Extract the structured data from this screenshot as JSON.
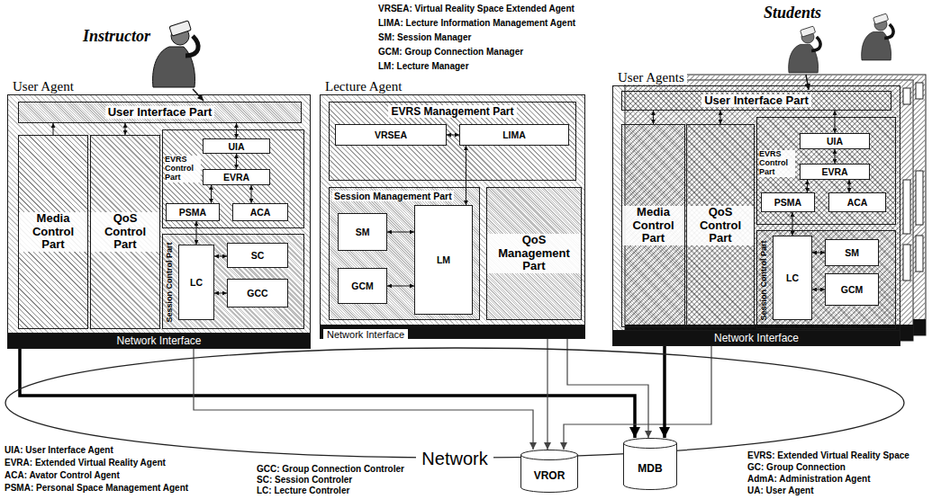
{
  "diagram": {
    "nodes": [
      {
        "text": [
          "User Agent"
        ]
      },
      {
        "text": [
          "User Interface Part"
        ],
        "in": 0
      },
      {
        "text": [
          "Media Control Part"
        ],
        "in": 0
      },
      {
        "text": [
          "QoS Control Part"
        ],
        "in": 0
      },
      {
        "text": [
          "EVRS Control Part"
        ],
        "in": 0
      },
      {
        "text": [
          "UIA"
        ],
        "in": 4
      },
      {
        "text": [
          "EVRA"
        ],
        "in": 4
      },
      {
        "text": [
          "PSMA"
        ],
        "in": 4
      },
      {
        "text": [
          "ACA"
        ],
        "in": 4
      },
      {
        "text": [
          "Session Control Part"
        ],
        "in": 0
      },
      {
        "text": [
          "LC"
        ],
        "in": 9
      },
      {
        "text": [
          "SC"
        ],
        "in": 9
      },
      {
        "text": [
          "GCC"
        ],
        "in": 9
      },
      {
        "text": [
          "Network Interface"
        ],
        "in": 0
      },
      {
        "text": [
          "Lecture Agent"
        ]
      },
      {
        "text": [
          "EVRS Management Part"
        ],
        "in": 14
      },
      {
        "text": [
          "VRSEA"
        ],
        "in": 15
      },
      {
        "text": [
          "LIMA"
        ],
        "in": 15
      },
      {
        "text": [
          "Session Management Part"
        ],
        "in": 14
      },
      {
        "text": [
          "SM"
        ],
        "in": 18
      },
      {
        "text": [
          "GCM"
        ],
        "in": 18
      },
      {
        "text": [
          "LM"
        ],
        "in": 18
      },
      {
        "text": [
          "QoS Management Part"
        ],
        "in": 14
      },
      {
        "text": [
          "Network Interface"
        ],
        "in": 14
      },
      {
        "text": [
          "User Agents"
        ]
      },
      {
        "text": [
          "User Interface Part"
        ],
        "in": 24
      },
      {
        "text": [
          "Media Control Part"
        ],
        "in": 24
      },
      {
        "text": [
          "QoS Control Part"
        ],
        "in": 24
      },
      {
        "text": [
          "EVRS Control Part"
        ],
        "in": 24
      },
      {
        "text": [
          "UIA"
        ],
        "in": 28
      },
      {
        "text": [
          "EVRA"
        ],
        "in": 28
      },
      {
        "text": [
          "PSMA"
        ],
        "in": 28
      },
      {
        "text": [
          "ACA"
        ],
        "in": 28
      },
      {
        "text": [
          "Session Control Part"
        ],
        "in": 24
      },
      {
        "text": [
          "LC"
        ],
        "in": 33
      },
      {
        "text": [
          "SM"
        ],
        "in": 33
      },
      {
        "text": [
          "GCM"
        ],
        "in": 33
      },
      {
        "text": [
          "Network Interface"
        ],
        "in": 24
      },
      {
        "text": [
          "Network"
        ]
      },
      {
        "text": [
          "VROR"
        ]
      },
      {
        "text": [
          "MDB"
        ]
      }
    ],
    "edges": [
      {
        "from": 2,
        "to": 1,
        "arrow": "to"
      },
      {
        "from": 3,
        "to": 1,
        "arrow": "both"
      },
      {
        "from": 1,
        "to": 5,
        "arrow": "both"
      },
      {
        "from": 5,
        "to": 6,
        "arrow": "both"
      },
      {
        "from": 6,
        "to": 7,
        "arrow": "both"
      },
      {
        "from": 6,
        "to": 8,
        "arrow": "both"
      },
      {
        "from": 7,
        "to": 10,
        "arrow": "both"
      },
      {
        "from": 10,
        "to": 11,
        "arrow": "both"
      },
      {
        "from": 10,
        "to": 12,
        "arrow": "both"
      },
      {
        "from": 16,
        "to": 17,
        "arrow": "both"
      },
      {
        "from": 17,
        "to": 21,
        "arrow": "both"
      },
      {
        "from": 19,
        "to": 21,
        "arrow": "both"
      },
      {
        "from": 20,
        "to": 21,
        "arrow": "both"
      },
      {
        "from": 25,
        "to": 26,
        "arrow": "both"
      },
      {
        "from": 25,
        "to": 27,
        "arrow": "both"
      },
      {
        "from": 25,
        "to": 29,
        "arrow": "both"
      },
      {
        "from": 29,
        "to": 30,
        "arrow": "both"
      },
      {
        "from": 30,
        "to": 31,
        "arrow": "both"
      },
      {
        "from": 30,
        "to": 32,
        "arrow": "both"
      },
      {
        "from": 31,
        "to": 34,
        "arrow": "both"
      },
      {
        "from": 34,
        "to": 35,
        "arrow": "both"
      },
      {
        "from": 34,
        "to": 36,
        "arrow": "both"
      },
      {
        "from": 13,
        "to": 40,
        "arrow": "to"
      },
      {
        "from": 13,
        "to": 39,
        "arrow": "to"
      },
      {
        "from": 23,
        "to": 39,
        "arrow": "to"
      },
      {
        "from": 23,
        "to": 40,
        "arrow": "to"
      },
      {
        "from": 37,
        "to": 39,
        "arrow": "to"
      },
      {
        "from": 37,
        "to": 40,
        "arrow": "to"
      }
    ],
    "labels": [
      "Instructor",
      "Students",
      "VRSEA: Virtual Reality Space Extended Agent",
      "LIMA: Lecture Information Management Agent",
      "SM: Session Manager",
      "GCM: Group Connection Manager",
      "LM: Lecture Manager",
      "UIA: User Interface Agent",
      "EVRA: Extended Virtual Reality Agent",
      "ACA: Avator Control Agent",
      "PSMA: Personal Space Management Agent",
      "GCC: Group Connection Controler",
      "SC: Session Controler",
      "LC: Lecture Controler",
      "EVRS: Extended Virtual Reality Space",
      "GC: Group Connection",
      "AdmA: Administration Agent",
      "UA: User Agent"
    ]
  }
}
